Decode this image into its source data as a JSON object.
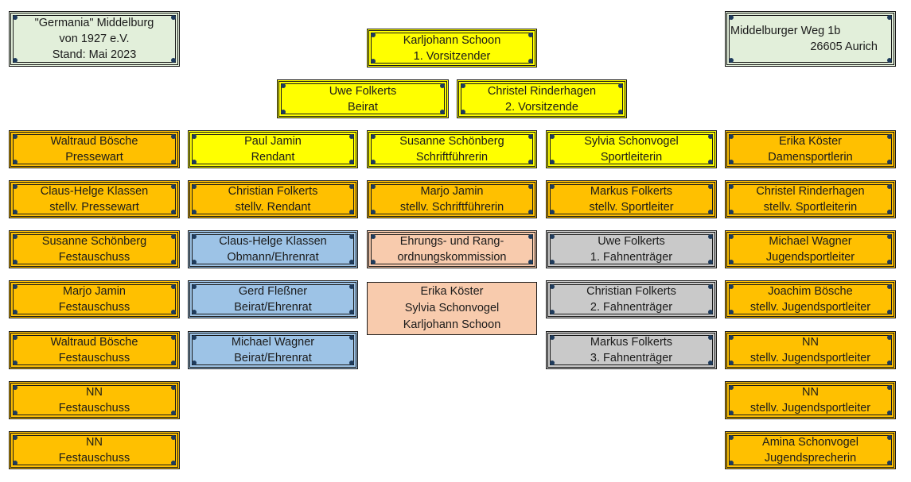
{
  "header_left": [
    "\"Germania\" Middelburg",
    "von 1927 e.V.",
    "Stand: Mai 2023"
  ],
  "header_right": [
    "Middelburger Weg 1b",
    "26605 Aurich"
  ],
  "chair": [
    "Karljohann Schoon",
    "1. Vorsitzender"
  ],
  "row2": [
    [
      "Uwe Folkerts",
      "Beirat"
    ],
    [
      "Christel Rinderhagen",
      "2. Vorsitzende"
    ]
  ],
  "col1": [
    [
      "Waltraud  Bösche",
      "Pressewart"
    ],
    [
      "Claus-Helge Klassen",
      "stellv. Pressewart"
    ],
    [
      "Susanne Schönberg",
      "Festauschuss"
    ],
    [
      "Marjo Jamin",
      "Festauschuss"
    ],
    [
      "Waltraud Bösche",
      "Festauschuss"
    ],
    [
      "NN",
      "Festauschuss"
    ],
    [
      "NN",
      "Festauschuss"
    ]
  ],
  "col2": [
    [
      "Paul Jamin",
      "Rendant"
    ],
    [
      "Christian Folkerts",
      "stellv. Rendant"
    ],
    [
      "Claus-Helge Klassen",
      "Obmann/Ehrenrat"
    ],
    [
      "Gerd Fleßner",
      "Beirat/Ehrenrat"
    ],
    [
      "Michael Wagner",
      "Beirat/Ehrenrat"
    ]
  ],
  "col3": [
    [
      "Susanne Schönberg",
      "Schriftführerin"
    ],
    [
      "Marjo Jamin",
      "stellv. Schriftführerin"
    ],
    [
      "Ehrungs- und Rang-",
      "ordnungskommission"
    ],
    [
      "Erika Köster",
      "Sylvia Schonvogel",
      "Karljohann Schoon"
    ]
  ],
  "col4": [
    [
      "Sylvia Schonvogel",
      "Sportleiterin"
    ],
    [
      "Markus Folkerts",
      "stellv. Sportleiter"
    ],
    [
      "Uwe Folkerts",
      "1. Fahnenträger"
    ],
    [
      "Christian Folkerts",
      "2. Fahnenträger"
    ],
    [
      "Markus Folkerts",
      "3. Fahnenträger"
    ]
  ],
  "col5": [
    [
      "Erika Köster",
      "Damensportlerin"
    ],
    [
      "Christel Rinderhagen",
      "stellv. Sportleiterin"
    ],
    [
      "Michael Wagner",
      "Jugendsportleiter"
    ],
    [
      "Joachim Bösche",
      "stellv. Jugendsportleiter"
    ],
    [
      "NN",
      "stellv. Jugendsportleiter"
    ],
    [
      "NN",
      "stellv. Jugendsportleiter"
    ],
    [
      "Amina Schonvogel",
      "Jugendsprecherin"
    ]
  ],
  "colors": {
    "yellow": "#ffff00",
    "orange": "#ffc000",
    "blue": "#9dc3e6",
    "peach": "#f8cbad",
    "gray": "#c9c9c9",
    "green": "#e2efda"
  }
}
